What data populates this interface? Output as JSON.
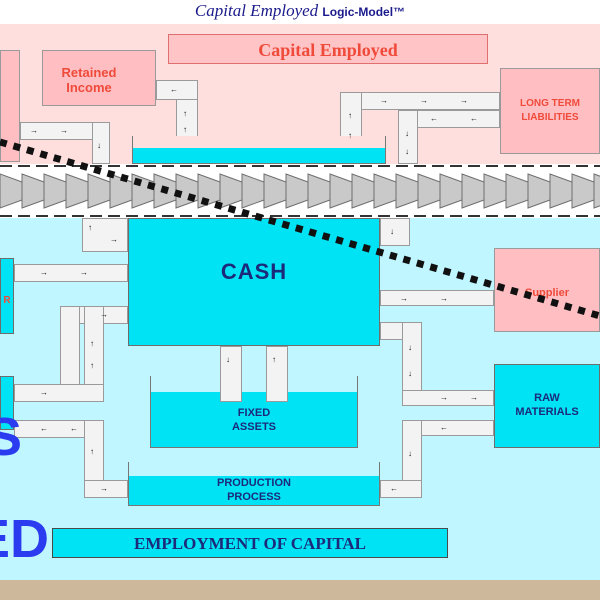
{
  "title": {
    "main": "Capital Employed",
    "sub": "Logic-Model™"
  },
  "top_banner": "Capital Employed",
  "retained_income": "Retained\nIncome",
  "long_term_liabilities": "LONG TERM\nLIABILITIES",
  "cash": "CASH",
  "supplier": "Supplier",
  "raw_materials": "RAW\nMATERIALS",
  "fixed_assets": "FIXED\nASSETS",
  "production_process": "PRODUCTION\nPROCESS",
  "bottom_banner": "EMPLOYMENT OF CAPITAL",
  "left_partial_r": "R",
  "left_big_s": "S",
  "left_big_ed": "ED",
  "colors": {
    "pink": "#ffdede",
    "cyan": "#00e3f5",
    "light_cyan": "#bff6ff",
    "red_text": "#ef4a3a",
    "navy_text": "#1c2a7a"
  }
}
